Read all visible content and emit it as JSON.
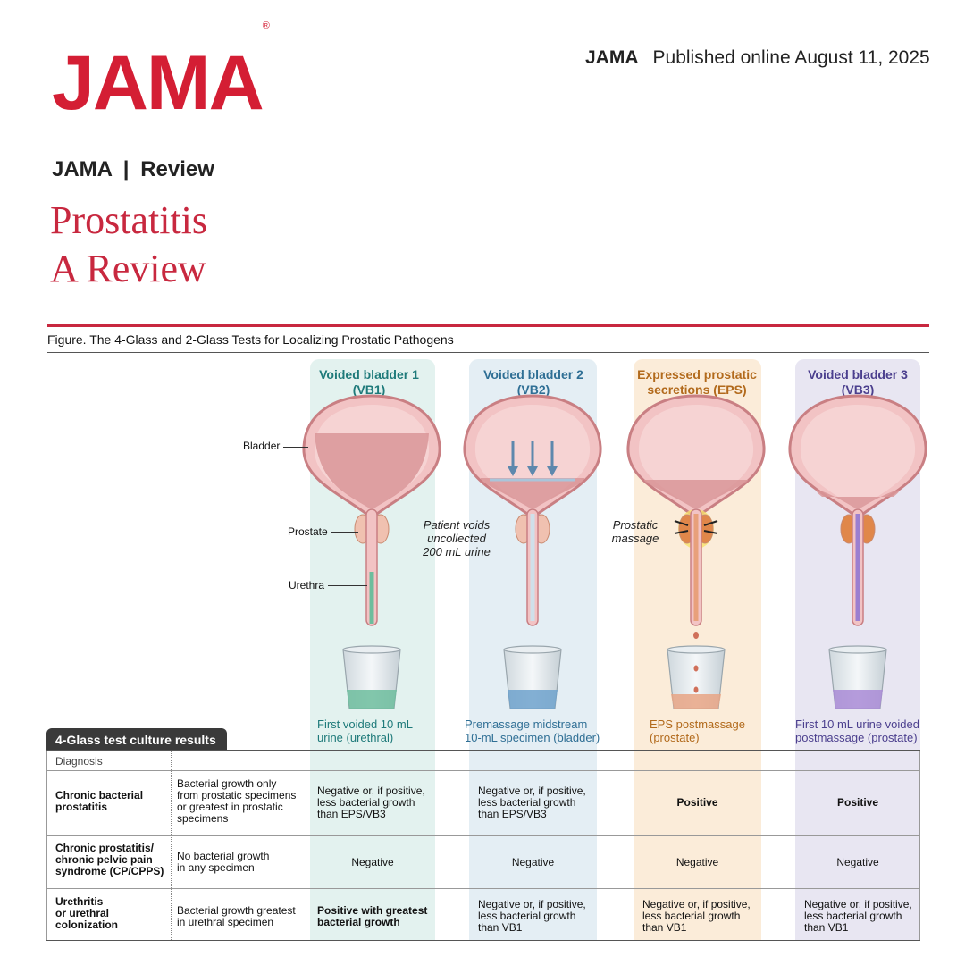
{
  "header": {
    "logo": "JAMA",
    "registered_mark": "®",
    "journal": "JAMA",
    "published": "Published online August 11, 2025",
    "section_journal": "JAMA",
    "section_sep": "|",
    "section_type": "Review",
    "title_line1": "Prostatitis",
    "title_line2": "A Review"
  },
  "figure": {
    "caption": "Figure. The 4-Glass and 2-Glass Tests for Localizing Prostatic Pathogens",
    "columns": [
      {
        "head1": "Voided bladder 1",
        "head2": "(VB1)",
        "color": "#1e7a7a",
        "bg": "#e3f2ef",
        "fluid": "#6dbd9d",
        "cap1": "First voided 10 mL",
        "cap2": "urine (urethral)"
      },
      {
        "head1": "Voided bladder 2",
        "head2": "(VB2)",
        "color": "#2f6f95",
        "bg": "#e4eef4",
        "fluid": "#6ea2cc",
        "cap1": "Premassage midstream",
        "cap2": "10-mL specimen (bladder)"
      },
      {
        "head1": "Expressed prostatic",
        "head2": "secretions (EPS)",
        "color": "#b26a1c",
        "bg": "#fbecd9",
        "fluid": "#e8a585",
        "cap1": "EPS postmassage",
        "cap2": "(prostate)"
      },
      {
        "head1": "Voided bladder 3",
        "head2": "(VB3)",
        "color": "#4b3f8e",
        "bg": "#e8e6f2",
        "fluid": "#a98bd6",
        "cap1": "First 10 mL urine voided",
        "cap2": "postmassage (prostate)"
      }
    ],
    "anatomy_labels": {
      "bladder": "Bladder",
      "prostate": "Prostate",
      "urethra": "Urethra"
    },
    "callouts": {
      "voids": [
        "Patient voids",
        "uncollected",
        "200 mL urine"
      ],
      "massage": [
        "Prostatic",
        "massage"
      ]
    }
  },
  "table": {
    "title": "4-Glass test culture results",
    "header": "Diagnosis",
    "rows": [
      {
        "diagnosis": [
          "Chronic bacterial",
          "prostatitis"
        ],
        "description": [
          "Bacterial growth only",
          "from prostatic specimens",
          "or greatest in prostatic",
          "specimens"
        ],
        "vb1": [
          "Negative or, if positive,",
          "less bacterial growth",
          "than EPS/VB3"
        ],
        "vb2": [
          "Negative or, if positive,",
          "less bacterial growth",
          "than EPS/VB3"
        ],
        "eps": [
          "Positive"
        ],
        "vb3": [
          "Positive"
        ]
      },
      {
        "diagnosis": [
          "Chronic prostatitis/",
          "chronic pelvic pain",
          "syndrome (CP/CPPS)"
        ],
        "description": [
          "No bacterial growth",
          "in any specimen"
        ],
        "vb1": [
          "Negative"
        ],
        "vb2": [
          "Negative"
        ],
        "eps": [
          "Negative"
        ],
        "vb3": [
          "Negative"
        ]
      },
      {
        "diagnosis": [
          "Urethritis",
          "or urethral",
          "colonization"
        ],
        "description": [
          "Bacterial growth greatest",
          "in urethral specimen"
        ],
        "vb1": [
          "Positive with greatest",
          "bacterial growth"
        ],
        "vb2": [
          "Negative or, if positive,",
          "less bacterial growth",
          "than VB1"
        ],
        "eps": [
          "Negative or, if positive,",
          "less bacterial growth",
          "than VB1"
        ],
        "vb3": [
          "Negative or, if positive,",
          "less bacterial growth",
          "than VB1"
        ]
      }
    ]
  }
}
